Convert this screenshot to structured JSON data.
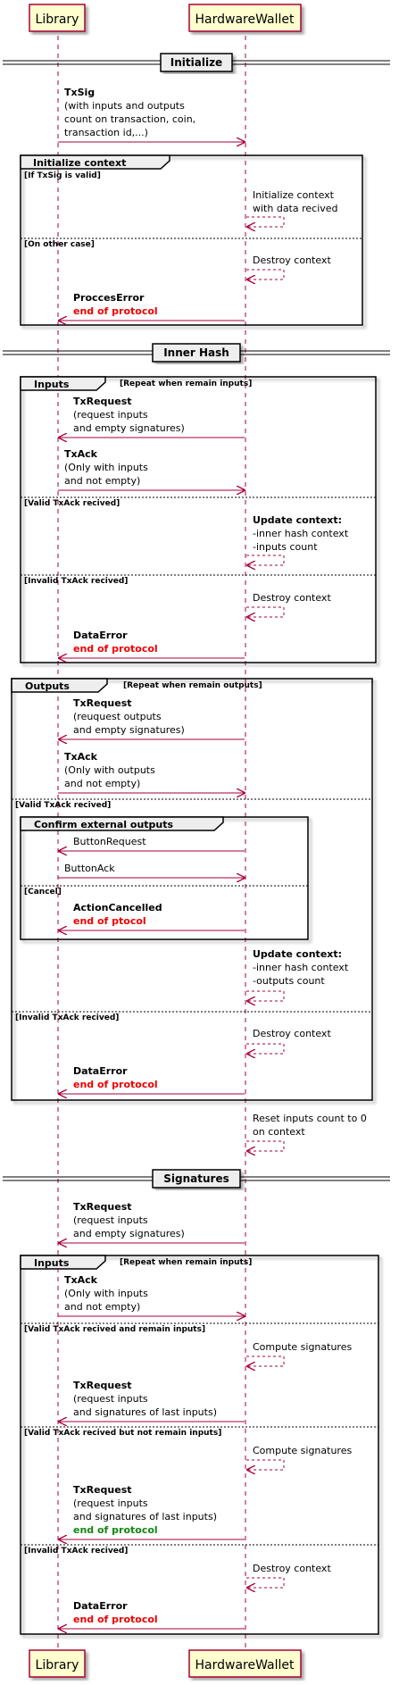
{
  "participants": [
    "Library",
    "HardwareWallet"
  ],
  "colors": {
    "participant_fill": "#FEFECE",
    "participant_border": "#A80036",
    "arrow": "#A80036",
    "end_red": "#EE0000",
    "end_green": "#118811",
    "frame_fill": "#EEEEEE"
  },
  "dividers": {
    "initialize": "Initialize",
    "inner_hash": "Inner Hash",
    "signatures": "Signatures"
  },
  "init": {
    "txsig_title": "TxSig",
    "txsig_lines": [
      "(with inputs and outputs",
      "count on transaction, coin,",
      "transaction id,...)"
    ],
    "frame_title": "Initialize context",
    "guard_valid": "[If TxSig is valid]",
    "self_init": [
      "Initialize context",
      " with data recived"
    ],
    "guard_other": "[On other case]",
    "self_destroy": "Destroy context",
    "error_title": "ProccesError",
    "error_end": "end of protocol"
  },
  "inputs_loop": {
    "title": "Inputs",
    "guard": "[Repeat when remain inputs]",
    "txrequest_title": "TxRequest",
    "txrequest_lines": [
      " (request inputs",
      "and empty signatures)"
    ],
    "txack_title": "TxAck",
    "txack_lines": [
      " (Only with inputs",
      " and not empty)"
    ],
    "guard_valid": "[Valid TxAck recived]",
    "update_title": "Update context:",
    "update_lines": [
      "-inner hash context",
      "-inputs count"
    ],
    "guard_invalid": "[Invalid TxAck recived]",
    "destroy": "Destroy context",
    "error_title": "DataError",
    "error_end": "end of protocol"
  },
  "outputs_loop": {
    "title": "Outputs",
    "guard": "[Repeat when remain outputs]",
    "txrequest_title": "TxRequest",
    "txrequest_lines": [
      " (reuquest outputs",
      "and empty signatures)"
    ],
    "txack_title": "TxAck",
    "txack_lines": [
      " (Only with outputs",
      " and not empty)"
    ],
    "guard_valid": "[Valid TxAck recived]",
    "confirm_title": "Confirm external outputs",
    "button_request": "ButtonRequest",
    "button_ack": "ButtonAck",
    "guard_cancel": "[Cancel]",
    "cancel_title": "ActionCancelled",
    "cancel_end": "end of ptocol",
    "update_title": "Update context:",
    "update_lines": [
      "-inner hash context",
      "-outputs count"
    ],
    "guard_invalid": "[Invalid TxAck recived]",
    "destroy": "Destroy context",
    "error_title": "DataError",
    "error_end": "end of protocol"
  },
  "reset_lines": [
    "Reset inputs count to 0",
    "on context"
  ],
  "sign": {
    "txrequest_title": "TxRequest",
    "txrequest_lines": [
      " (request inputs",
      "and empty signatures)"
    ],
    "loop_title": "Inputs",
    "loop_guard": "[Repeat when remain inputs]",
    "txack_title": "TxAck",
    "txack_lines": [
      " (Only with inputs",
      " and not empty)"
    ],
    "guard_valid_remain": "[Valid TxAck recived and remain inputs]",
    "compute1": "Compute signatures",
    "txrequest2_title": "TxRequest",
    "txrequest2_lines": [
      "(request inputs",
      "and signatures of last inputs)"
    ],
    "guard_valid_last": "[Valid TxAck recived but not remain inputs]",
    "compute2": "Compute signatures",
    "txrequest3_title": "TxRequest",
    "txrequest3_lines": [
      "(request inputs",
      "and signatures of last inputs)"
    ],
    "end_green": "end of protocol",
    "guard_invalid": "[Invalid TxAck recived]",
    "destroy": "Destroy context",
    "error_title": "DataError",
    "error_end": "end of protocol"
  }
}
